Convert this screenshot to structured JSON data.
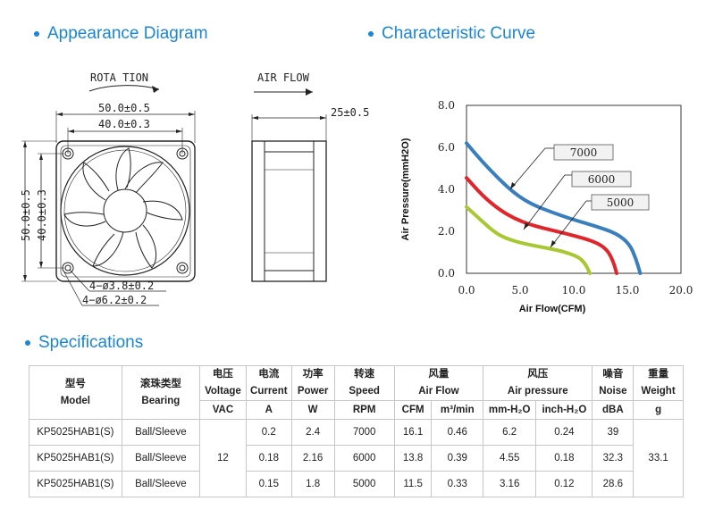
{
  "sections": {
    "appearance": "Appearance Diagram",
    "curve": "Characteristic Curve",
    "specs": "Specifications"
  },
  "diagram": {
    "rotation_label": "ROTA TION",
    "airflow_label": "AIR FLOW",
    "width_outer": "50.0±0.5",
    "width_inner": "40.0±0.3",
    "height_outer": "50.0±0.5",
    "height_inner": "40.0±0.3",
    "depth": "25±0.5",
    "hole_small": "4−ø3.8±0.2",
    "hole_large": "4−ø6.2±0.2"
  },
  "chart_data": {
    "type": "line",
    "xlabel": "Air Flow(CFM)",
    "ylabel": "Air Pressure(mmH2O)",
    "xlim": [
      0,
      20
    ],
    "ylim": [
      0,
      8
    ],
    "x_ticks": [
      "0.0",
      "5.0",
      "10.0",
      "15.0",
      "20.0"
    ],
    "y_ticks": [
      "0.0",
      "2.0",
      "4.0",
      "6.0",
      "8.0"
    ],
    "grid": false,
    "series": [
      {
        "name": "7000",
        "color": "#3a7fbd",
        "points": [
          [
            0,
            6.2
          ],
          [
            1.5,
            5.3
          ],
          [
            3,
            4.5
          ],
          [
            4.5,
            3.8
          ],
          [
            6,
            3.3
          ],
          [
            8,
            2.9
          ],
          [
            10,
            2.55
          ],
          [
            12,
            2.25
          ],
          [
            14,
            1.9
          ],
          [
            15.2,
            1.4
          ],
          [
            15.8,
            0.7
          ],
          [
            16.2,
            0
          ]
        ]
      },
      {
        "name": "6000",
        "color": "#e0262b",
        "points": [
          [
            0,
            4.55
          ],
          [
            1.5,
            3.7
          ],
          [
            3,
            3.05
          ],
          [
            4.5,
            2.6
          ],
          [
            6,
            2.3
          ],
          [
            8,
            2.05
          ],
          [
            10,
            1.8
          ],
          [
            12,
            1.5
          ],
          [
            13.1,
            1.15
          ],
          [
            13.7,
            0.55
          ],
          [
            14,
            0
          ]
        ]
      },
      {
        "name": "5000",
        "color": "#a8c832",
        "points": [
          [
            0,
            3.16
          ],
          [
            1.2,
            2.6
          ],
          [
            2.5,
            2.0
          ],
          [
            3.5,
            1.7
          ],
          [
            5,
            1.45
          ],
          [
            7,
            1.25
          ],
          [
            9,
            1.05
          ],
          [
            10.6,
            0.75
          ],
          [
            11.2,
            0.35
          ],
          [
            11.5,
            0
          ]
        ]
      }
    ]
  },
  "table": {
    "head": {
      "model": [
        "型号",
        "Model"
      ],
      "bearing": [
        "滚珠类型",
        "Bearing"
      ],
      "voltage": [
        "电压",
        "Voltage"
      ],
      "current": [
        "电流",
        "Current"
      ],
      "power": [
        "功率",
        "Power"
      ],
      "speed": [
        "转速",
        "Speed"
      ],
      "airflow": [
        "风量",
        "Air Flow"
      ],
      "pressure": [
        "风压",
        "Air pressure"
      ],
      "noise": [
        "噪音",
        "Noise"
      ],
      "weight": [
        "重量",
        "Weight"
      ]
    },
    "units": [
      "VAC",
      "A",
      "W",
      "RPM",
      "CFM",
      "m³/min",
      "mm-H₂O",
      "inch-H₂O",
      "dBA",
      "g"
    ],
    "voltage": "12",
    "weight": "33.1",
    "rows": [
      {
        "model": "KP5025HAB1(S)",
        "bearing": "Ball/Sleeve",
        "current": "0.2",
        "power": "2.4",
        "speed": "7000",
        "cfm": "16.1",
        "m3": "0.46",
        "mmh2o": "6.2",
        "inh2o": "0.24",
        "noise": "39"
      },
      {
        "model": "KP5025HAB1(S)",
        "bearing": "Ball/Sleeve",
        "current": "0.18",
        "power": "2.16",
        "speed": "6000",
        "cfm": "13.8",
        "m3": "0.39",
        "mmh2o": "4.55",
        "inh2o": "0.18",
        "noise": "32.3"
      },
      {
        "model": "KP5025HAB1(S)",
        "bearing": "Ball/Sleeve",
        "current": "0.15",
        "power": "1.8",
        "speed": "5000",
        "cfm": "11.5",
        "m3": "0.33",
        "mmh2o": "3.16",
        "inh2o": "0.12",
        "noise": "28.6"
      }
    ]
  }
}
